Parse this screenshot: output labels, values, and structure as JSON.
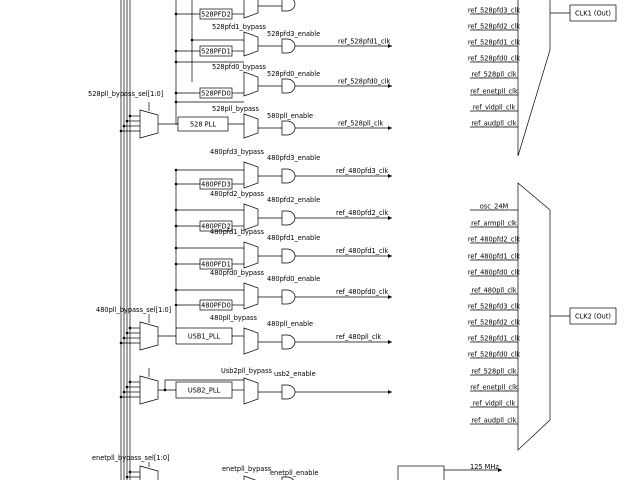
{
  "left_labels": {
    "sel_528": "528pll_bypass_sel[1:0]",
    "sel_480": "480pll_bypass_sel[1:0]",
    "sel_enet": "enetpll_bypass_sel[1:0]"
  },
  "blocks": {
    "pfd528_2": "528PFD2",
    "pfd528_1": "528PFD1",
    "pfd528_0": "528PFD0",
    "pll528": "528 PLL",
    "pfd480_3": "480PFD3",
    "pfd480_2": "480PFD2",
    "pfd480_1": "480PFD1",
    "pfd480_0": "480PFD0",
    "usb1": "USB1_PLL",
    "usb2": "USB2_PLL"
  },
  "bypass_labels": {
    "b528pfd1": "528pfd1_bypass",
    "b528pfd0": "528pfd0_bypass",
    "b528pll": "528pll_bypass",
    "b480pfd3": "480pfd3_bypass",
    "b480pfd2": "480pfd2_bypass",
    "b480pfd1": "480pfd1_bypass",
    "b480pfd0": "480pfd0_bypass",
    "b480pll": "480pll_bypass",
    "busb2": "Usb2pll_bypass",
    "benet": "enetpll_bypass"
  },
  "enable_labels": {
    "e528pfd1": "528pfd3_enable",
    "e528pfd0": "528pfd0_enable",
    "e528pll": "580pll_enable",
    "e480pfd3": "480pfd3_enable",
    "e480pfd2": "480pfd2_enable",
    "e480pfd1": "480pfd1_enable",
    "e480pfd0": "480pfd0_enable",
    "e480pll": "480pll_enable",
    "eusb2": "usb2_enable",
    "eenet": "enetpll_enable"
  },
  "output_labels": {
    "o528pfd1": "ref_528pfd1_clk",
    "o528pfd0": "ref_528pfd0_clk",
    "o528pll": "ref_528pll_clk",
    "o480pfd3": "ref_480pfd3_clk",
    "o480pfd2": "ref_480pfd2_clk",
    "o480pfd1": "ref_480pfd1_clk",
    "o480pfd0": "ref_480pfd0_clk",
    "o480pll": "ref_480pll_clk"
  },
  "mux1": {
    "inputs": [
      "ref_528pfd3_clk",
      "ref_528pfd2_clk",
      "ref_528pfd1_clk",
      "ref_528pfd0_clk",
      "ref_528pll_clk",
      "ref_enetpll_clk",
      "ref_vidpll_clk",
      "ref_audpll_clk"
    ],
    "output": "CLK1 (Out)"
  },
  "mux2": {
    "inputs": [
      "osc_24M",
      "ref_armpll_clk",
      "ref_480pfd2_clk",
      "ref_480pfd1_clk",
      "ref_480pfd0_clk",
      "ref_480pll_clk",
      "ref_528pfd3_clk",
      "ref_528pfd2_clk",
      "ref_528pfd1_clk",
      "ref_528pfd0_clk",
      "ref_528pll_clk",
      "ref_enetpll_clk",
      "ref_vidpll_clk",
      "ref_audpll_clk"
    ],
    "output": "CLK2 (Out)"
  },
  "bottom_right": {
    "freq": "125 MHz"
  }
}
